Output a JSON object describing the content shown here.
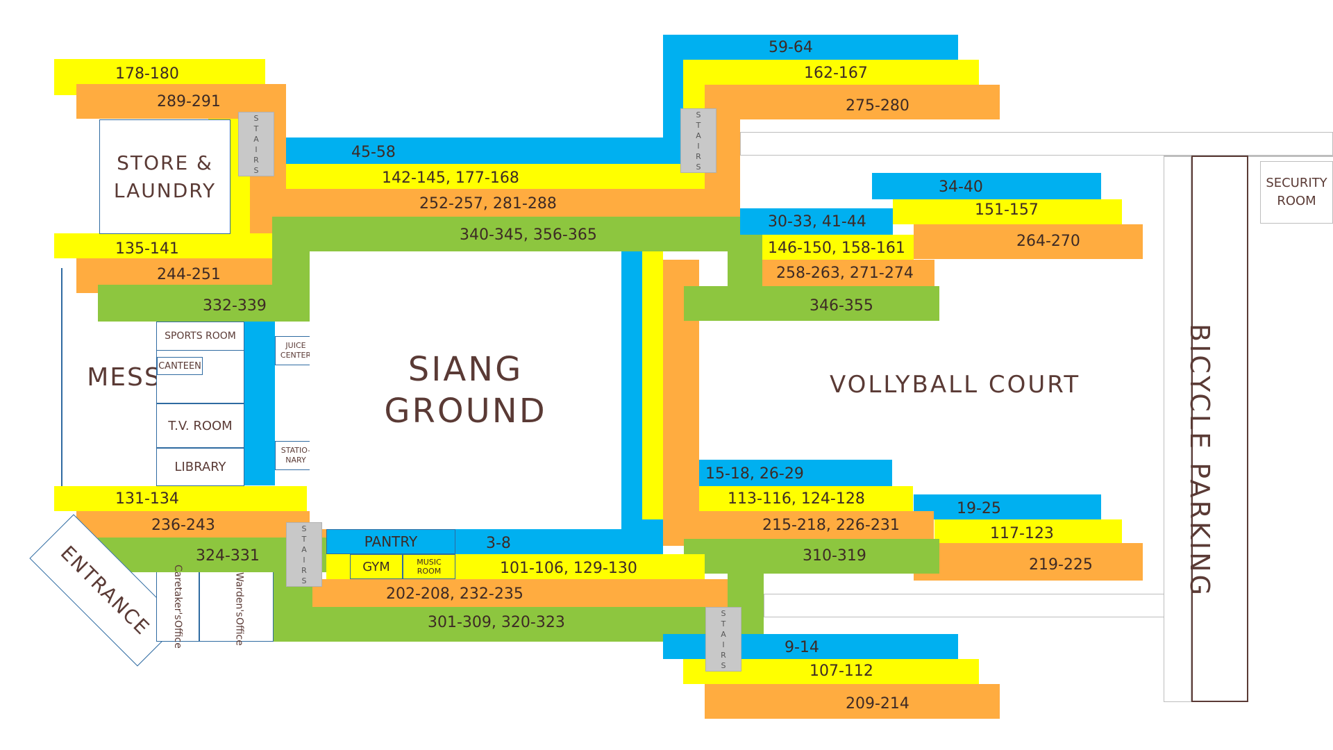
{
  "colors": {
    "blue": "#00b0f0",
    "yellow": "#ffff00",
    "orange": "#ffac40",
    "green": "#8dc63f"
  },
  "areas": {
    "store_laundry": [
      "STORE &",
      "LAUNDRY"
    ],
    "mess": "MESS",
    "siang_ground": [
      "SIANG",
      "GROUND"
    ],
    "volleyball_court": "VOLLYBALL COURT",
    "bicycle_parking": "BICYCLE PARKING",
    "security_room": [
      "SECURITY",
      "ROOM"
    ],
    "entrance": "ENTRANCE",
    "sports_room": "SPORTS ROOM",
    "canteen": "CANTEEN",
    "tv_room": "T.V. ROOM",
    "library": "LIBRARY",
    "juice_center": [
      "JUICE",
      "CENTER"
    ],
    "stationary": [
      "STATIO-",
      "NARY"
    ],
    "pantry": "PANTRY",
    "gym": "GYM",
    "music_room": [
      "MUSIC",
      "ROOM"
    ],
    "caretaker_office": [
      "Caretaker's",
      "Office"
    ],
    "warden_office": [
      "Warden's",
      "Office"
    ],
    "stairs_label": [
      "S",
      "T",
      "A",
      "I",
      "R",
      "S"
    ]
  },
  "room_ranges": [
    "178-180",
    "289-291",
    "45-58",
    "142-145,  177-168",
    "252-257,  281-288",
    "340-345,  356-365",
    "135-141",
    "244-251",
    "332-339",
    "59-64",
    "162-167",
    "275-280",
    "34-40",
    "151-157",
    "264-270",
    "30-33,  41-44",
    "146-150,  158-161",
    "258-263,  271-274",
    "346-355",
    "15-18,  26-29",
    "113-116,  124-128",
    "215-218,  226-231",
    "19-25",
    "117-123",
    "219-225",
    "310-319",
    "131-134",
    "236-243",
    "324-331",
    "3-8",
    "101-106,  129-130",
    "202-208,  232-235",
    "301-309,  320-323",
    "9-14",
    "107-112",
    "209-214"
  ]
}
